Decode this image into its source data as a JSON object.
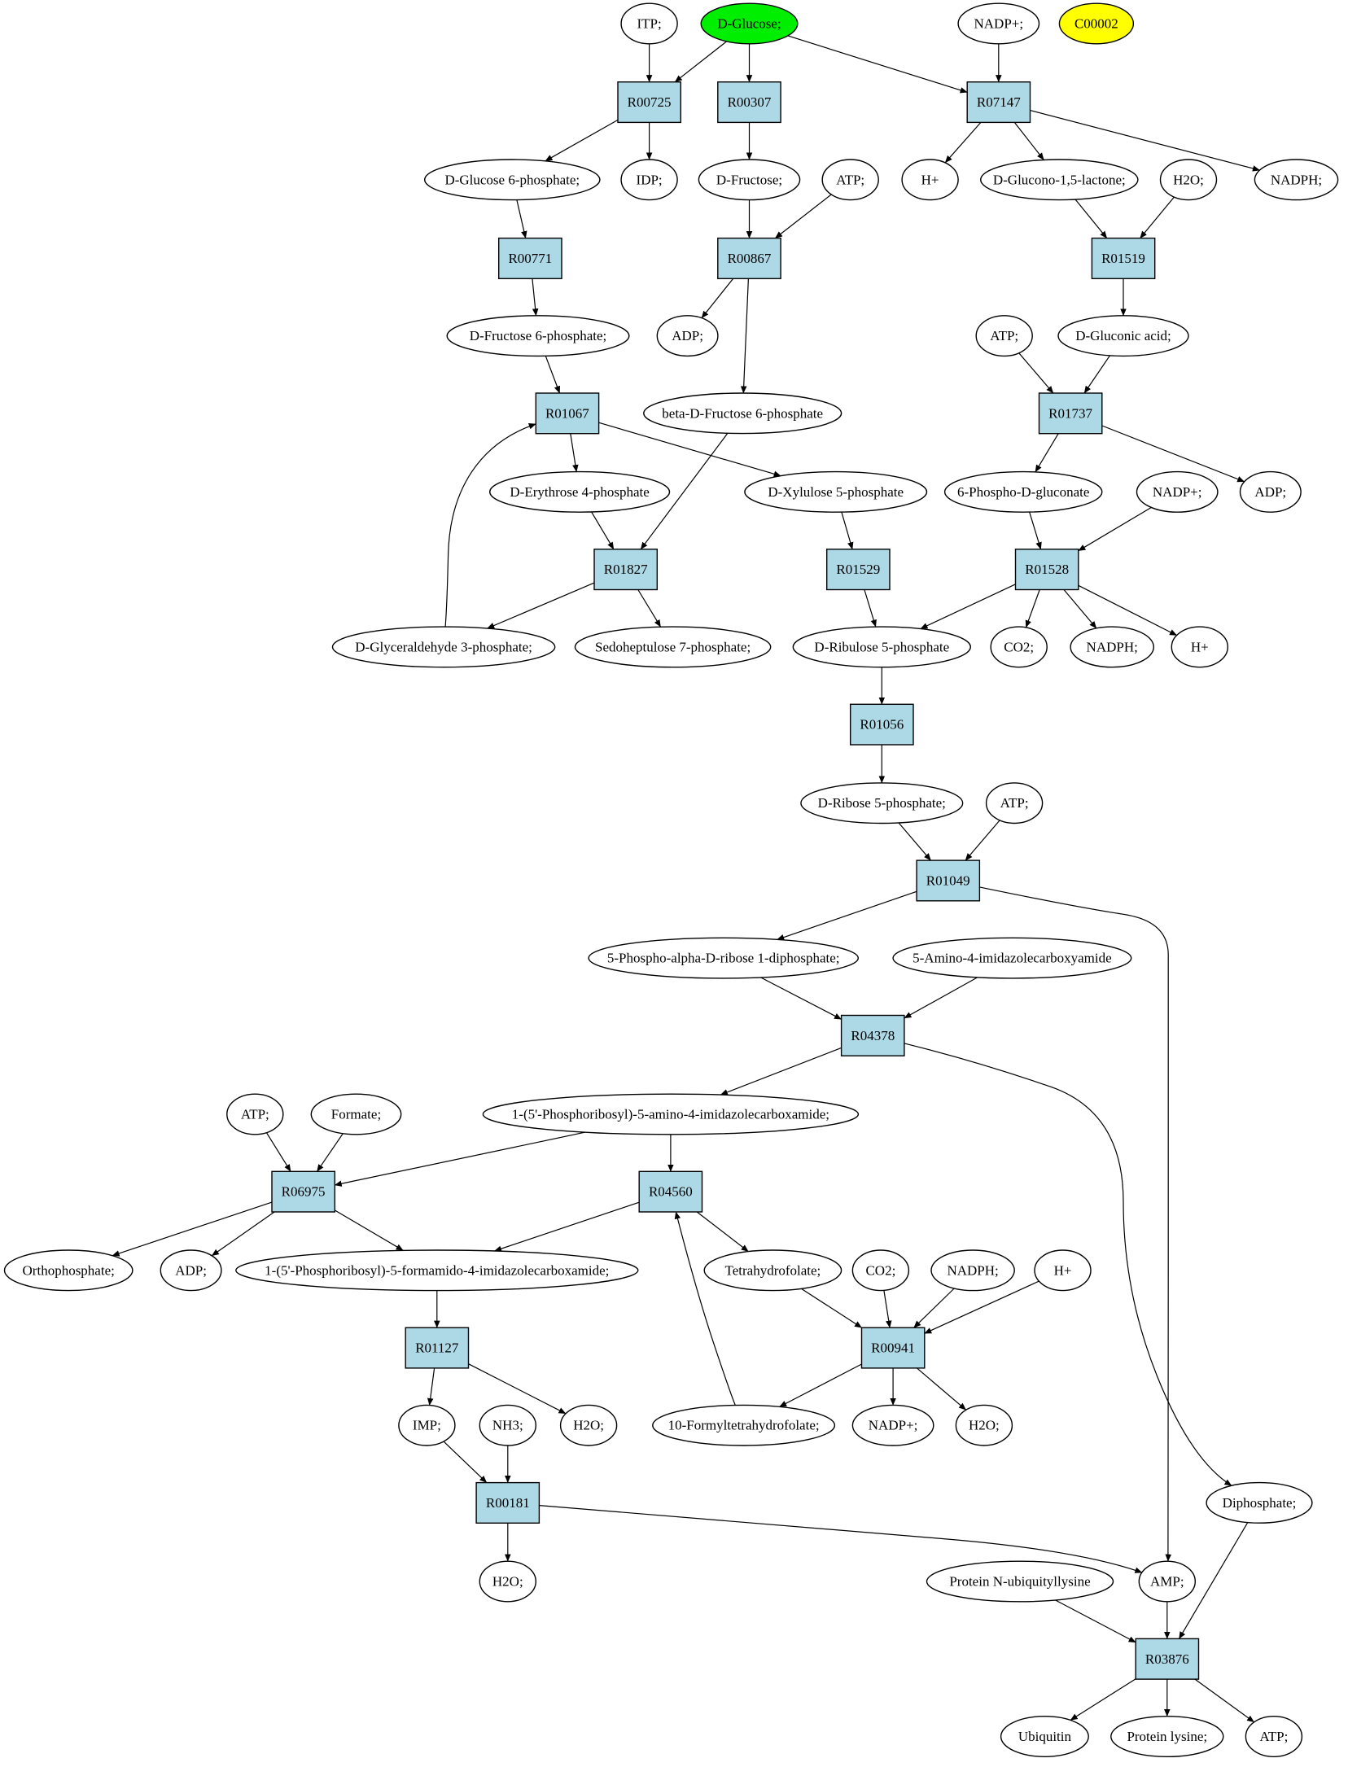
{
  "colors": {
    "reaction_fill": "#add8e6",
    "compound_fill": "#ffffff",
    "highlight_green": "#00ee00",
    "highlight_yellow": "#ffff00"
  },
  "reactions": [
    {
      "id": "r00725",
      "label": "R00725"
    },
    {
      "id": "r00307",
      "label": "R00307"
    },
    {
      "id": "r07147",
      "label": "R07147"
    },
    {
      "id": "r00771",
      "label": "R00771"
    },
    {
      "id": "r00867",
      "label": "R00867"
    },
    {
      "id": "r01519",
      "label": "R01519"
    },
    {
      "id": "r01067",
      "label": "R01067"
    },
    {
      "id": "r01737",
      "label": "R01737"
    },
    {
      "id": "r01827",
      "label": "R01827"
    },
    {
      "id": "r01529",
      "label": "R01529"
    },
    {
      "id": "r01528",
      "label": "R01528"
    },
    {
      "id": "r01056",
      "label": "R01056"
    },
    {
      "id": "r01049",
      "label": "R01049"
    },
    {
      "id": "r04378",
      "label": "R04378"
    },
    {
      "id": "r06975",
      "label": "R06975"
    },
    {
      "id": "r04560",
      "label": "R04560"
    },
    {
      "id": "r01127",
      "label": "R01127"
    },
    {
      "id": "r00941",
      "label": "R00941"
    },
    {
      "id": "r00181",
      "label": "R00181"
    },
    {
      "id": "r03876",
      "label": "R03876"
    }
  ],
  "compounds": [
    {
      "id": "itp",
      "label": "ITP;"
    },
    {
      "id": "dglucose",
      "label": "D-Glucose;",
      "highlight": "green"
    },
    {
      "id": "nadp_top",
      "label": "NADP+;"
    },
    {
      "id": "c00002",
      "label": "C00002",
      "highlight": "yellow"
    },
    {
      "id": "g6p",
      "label": "D-Glucose 6-phosphate;"
    },
    {
      "id": "idp",
      "label": "IDP;"
    },
    {
      "id": "dfructose",
      "label": "D-Fructose;"
    },
    {
      "id": "atp1",
      "label": "ATP;"
    },
    {
      "id": "hplus1",
      "label": "H+"
    },
    {
      "id": "glucono",
      "label": "D-Glucono-1,5-lactone;"
    },
    {
      "id": "h2o1",
      "label": "H2O;"
    },
    {
      "id": "nadph1",
      "label": "NADPH;"
    },
    {
      "id": "f6p",
      "label": "D-Fructose 6-phosphate;"
    },
    {
      "id": "adp1",
      "label": "ADP;"
    },
    {
      "id": "atp2",
      "label": "ATP;"
    },
    {
      "id": "gluconic",
      "label": "D-Gluconic acid;"
    },
    {
      "id": "bf6p",
      "label": "beta-D-Fructose 6-phosphate"
    },
    {
      "id": "e4p",
      "label": "D-Erythrose 4-phosphate"
    },
    {
      "id": "x5p",
      "label": "D-Xylulose 5-phosphate"
    },
    {
      "id": "pg6",
      "label": "6-Phospho-D-gluconate"
    },
    {
      "id": "nadp2",
      "label": "NADP+;"
    },
    {
      "id": "adp2",
      "label": "ADP;"
    },
    {
      "id": "gap",
      "label": "D-Glyceraldehyde 3-phosphate;"
    },
    {
      "id": "s7p",
      "label": "Sedoheptulose 7-phosphate;"
    },
    {
      "id": "ru5p",
      "label": "D-Ribulose 5-phosphate"
    },
    {
      "id": "co2a",
      "label": "CO2;"
    },
    {
      "id": "nadph2",
      "label": "NADPH;"
    },
    {
      "id": "hplus2",
      "label": "H+"
    },
    {
      "id": "r5p",
      "label": "D-Ribose 5-phosphate;"
    },
    {
      "id": "atp3",
      "label": "ATP;"
    },
    {
      "id": "prpp",
      "label": "5-Phospho-alpha-D-ribose 1-diphosphate;"
    },
    {
      "id": "aica",
      "label": "5-Amino-4-imidazolecarboxyamide"
    },
    {
      "id": "aicar",
      "label": "1-(5'-Phosphoribosyl)-5-amino-4-imidazolecarboxamide;"
    },
    {
      "id": "atp4",
      "label": "ATP;"
    },
    {
      "id": "formate",
      "label": "Formate;"
    },
    {
      "id": "orthop",
      "label": "Orthophosphate;"
    },
    {
      "id": "adp3",
      "label": "ADP;"
    },
    {
      "id": "faicar",
      "label": "1-(5'-Phosphoribosyl)-5-formamido-4-imidazolecarboxamide;"
    },
    {
      "id": "thf",
      "label": "Tetrahydrofolate;"
    },
    {
      "id": "co2b",
      "label": "CO2;"
    },
    {
      "id": "nadph3",
      "label": "NADPH;"
    },
    {
      "id": "hplus3",
      "label": "H+"
    },
    {
      "id": "imp",
      "label": "IMP;"
    },
    {
      "id": "nh3",
      "label": "NH3;"
    },
    {
      "id": "h2o2",
      "label": "H2O;"
    },
    {
      "id": "fthf",
      "label": "10-Formyltetrahydrofolate;"
    },
    {
      "id": "nadp3",
      "label": "NADP+;"
    },
    {
      "id": "h2o3",
      "label": "H2O;"
    },
    {
      "id": "diphos",
      "label": "Diphosphate;"
    },
    {
      "id": "h2o4",
      "label": "H2O;"
    },
    {
      "id": "protub",
      "label": "Protein N-ubiquityllysine"
    },
    {
      "id": "amp",
      "label": "AMP;"
    },
    {
      "id": "ubiq",
      "label": "Ubiquitin"
    },
    {
      "id": "protlys",
      "label": "Protein lysine;"
    },
    {
      "id": "atp5",
      "label": "ATP;"
    }
  ],
  "edges": [
    [
      "itp",
      "r00725"
    ],
    [
      "dglucose",
      "r00725"
    ],
    [
      "dglucose",
      "r00307"
    ],
    [
      "dglucose",
      "r07147"
    ],
    [
      "nadp_top",
      "r07147"
    ],
    [
      "r00725",
      "g6p"
    ],
    [
      "r00725",
      "idp"
    ],
    [
      "r00307",
      "dfructose"
    ],
    [
      "r07147",
      "hplus1"
    ],
    [
      "r07147",
      "glucono"
    ],
    [
      "r07147",
      "nadph1"
    ],
    [
      "g6p",
      "r00771"
    ],
    [
      "dfructose",
      "r00867"
    ],
    [
      "atp1",
      "r00867"
    ],
    [
      "glucono",
      "r01519"
    ],
    [
      "h2o1",
      "r01519"
    ],
    [
      "r00771",
      "f6p"
    ],
    [
      "r00867",
      "adp1"
    ],
    [
      "r00867",
      "bf6p"
    ],
    [
      "r01519",
      "gluconic"
    ],
    [
      "f6p",
      "r01067"
    ],
    [
      "atp2",
      "r01737"
    ],
    [
      "gluconic",
      "r01737"
    ],
    [
      "r01067",
      "e4p"
    ],
    [
      "r01067",
      "x5p"
    ],
    [
      "r01737",
      "pg6"
    ],
    [
      "r01737",
      "adp2"
    ],
    [
      "e4p",
      "r01827"
    ],
    [
      "bf6p",
      "r01827"
    ],
    [
      "x5p",
      "r01529"
    ],
    [
      "pg6",
      "r01528"
    ],
    [
      "nadp2",
      "r01528"
    ],
    [
      "r01827",
      "gap"
    ],
    [
      "r01827",
      "s7p"
    ],
    [
      "gap",
      "r01067"
    ],
    [
      "r01529",
      "ru5p"
    ],
    [
      "r01528",
      "ru5p"
    ],
    [
      "r01528",
      "co2a"
    ],
    [
      "r01528",
      "nadph2"
    ],
    [
      "r01528",
      "hplus2"
    ],
    [
      "ru5p",
      "r01056"
    ],
    [
      "r01056",
      "r5p"
    ],
    [
      "r5p",
      "r01049"
    ],
    [
      "atp3",
      "r01049"
    ],
    [
      "r01049",
      "prpp"
    ],
    [
      "r01049",
      "amp"
    ],
    [
      "prpp",
      "r04378"
    ],
    [
      "aica",
      "r04378"
    ],
    [
      "r04378",
      "aicar"
    ],
    [
      "r04378",
      "diphos"
    ],
    [
      "atp4",
      "r06975"
    ],
    [
      "formate",
      "r06975"
    ],
    [
      "aicar",
      "r06975"
    ],
    [
      "aicar",
      "r04560"
    ],
    [
      "r06975",
      "orthop"
    ],
    [
      "r06975",
      "adp3"
    ],
    [
      "r06975",
      "faicar"
    ],
    [
      "r04560",
      "faicar"
    ],
    [
      "r04560",
      "thf"
    ],
    [
      "fthf",
      "r04560"
    ],
    [
      "faicar",
      "r01127"
    ],
    [
      "thf",
      "r00941"
    ],
    [
      "co2b",
      "r00941"
    ],
    [
      "nadph3",
      "r00941"
    ],
    [
      "hplus3",
      "r00941"
    ],
    [
      "r01127",
      "imp"
    ],
    [
      "r01127",
      "h2o2"
    ],
    [
      "r00941",
      "fthf"
    ],
    [
      "r00941",
      "nadp3"
    ],
    [
      "r00941",
      "h2o3"
    ],
    [
      "imp",
      "r00181"
    ],
    [
      "nh3",
      "r00181"
    ],
    [
      "r00181",
      "h2o4"
    ],
    [
      "r00181",
      "amp"
    ],
    [
      "protub",
      "r03876"
    ],
    [
      "amp",
      "r03876"
    ],
    [
      "diphos",
      "r03876"
    ],
    [
      "r03876",
      "ubiq"
    ],
    [
      "r03876",
      "protlys"
    ],
    [
      "r03876",
      "atp5"
    ]
  ]
}
